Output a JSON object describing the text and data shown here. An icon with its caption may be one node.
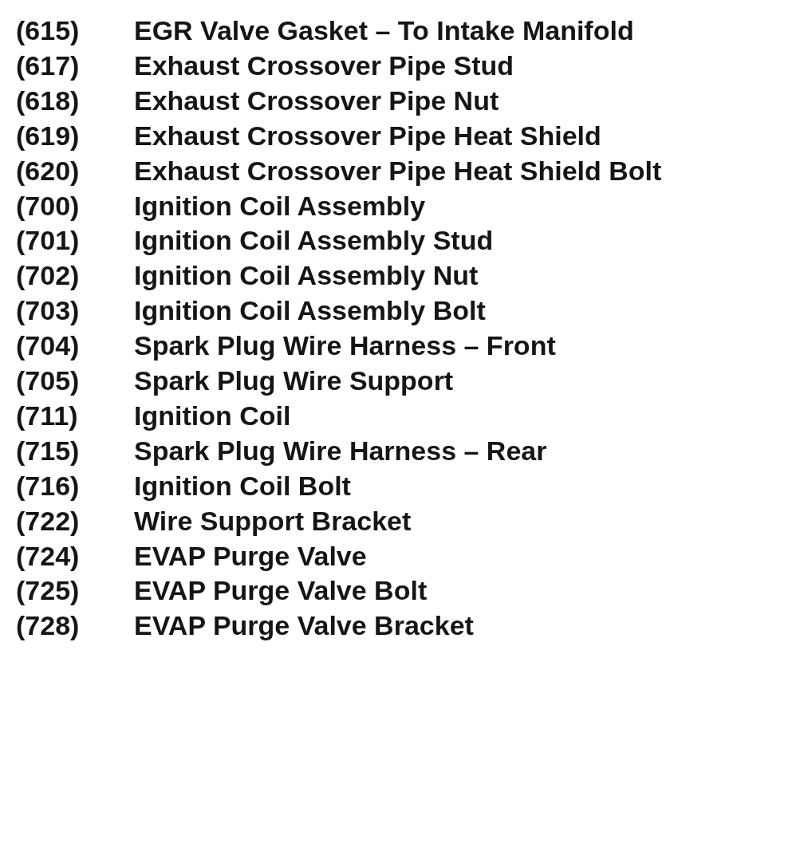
{
  "diagram": {
    "labels": [
      "(615)",
      "EGR Valve Gasket – To Intake Manifold",
      "(617)",
      "Exhaust Crossover Pipe Stud",
      "(618)",
      "Exhaust Crossover Pipe Nut",
      "(619)",
      "Exhaust Crossover Pipe Heat Shield",
      "(620)",
      "Exhaust Crossover Pipe Heat Shield Bolt",
      "(700)",
      "Ignition Coil Assembly",
      "(701)",
      "Ignition Coil Assembly Stud",
      "(702)",
      "Ignition Coil Assembly Nut",
      "(703)",
      "Ignition Coil Assembly Bolt",
      "(704)",
      "Spark Plug Wire Harness – Front",
      "(705)",
      "Spark Plug Wire Support",
      "(711)",
      "Ignition Coil",
      "(715)",
      "Spark Plug Wire Harness – Rear",
      "(716)",
      "Ignition Coil Bolt",
      "(722)",
      "Wire Support Bracket",
      "(724)",
      "EVAP Purge Valve",
      "(725)",
      "EVAP Purge Valve Bolt",
      "(728)",
      "EVAP Purge Valve Bracket"
    ]
  }
}
